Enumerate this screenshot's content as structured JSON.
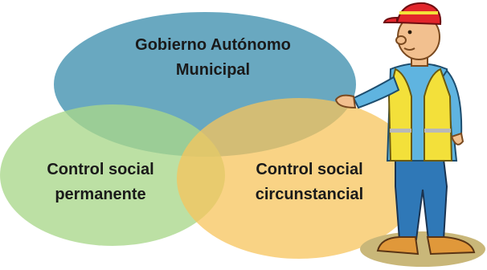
{
  "diagram": {
    "circles": [
      {
        "id": "top",
        "lines": [
          "Gobierno Autónomo",
          "Municipal"
        ],
        "color": "#3f8fae"
      },
      {
        "id": "left",
        "lines": [
          "Control social",
          "permanente"
        ],
        "color": "#a9d78a"
      },
      {
        "id": "right",
        "lines": [
          "Control social",
          "circunstancial"
        ],
        "color": "#f7c45c"
      }
    ]
  },
  "illustration": {
    "subject": "worker-pointing",
    "colors": {
      "helmet": "#e2252b",
      "vest": "#f3e03a",
      "shirt": "#5fb4e0",
      "pants": "#2f78b7",
      "shadow": "#c9b779"
    }
  }
}
